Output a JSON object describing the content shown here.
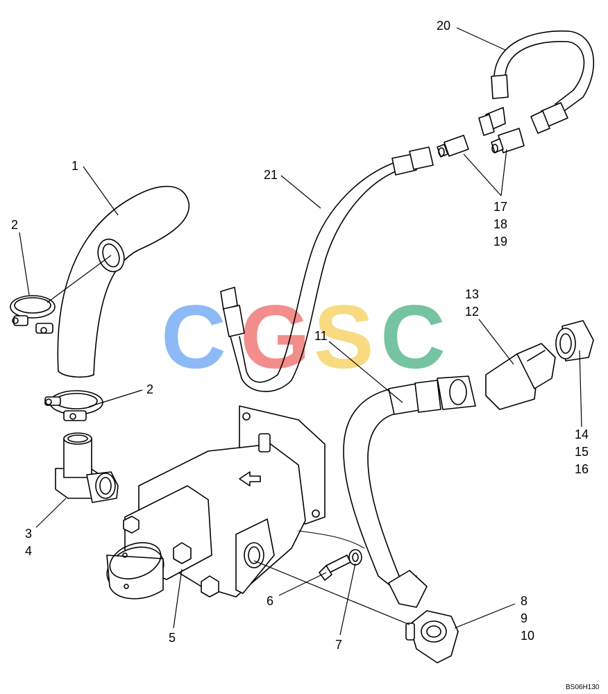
{
  "callouts": {
    "c1": "1",
    "c2a": "2",
    "c2b": "2",
    "c3": "3",
    "c4": "4",
    "c5": "5",
    "c6": "6",
    "c7": "7",
    "c8": "8",
    "c9": "9",
    "c10": "10",
    "c11": "11",
    "c12": "12",
    "c13": "13",
    "c14": "14",
    "c15": "15",
    "c16": "16",
    "c17": "17",
    "c18": "18",
    "c19": "19",
    "c20": "20",
    "c21": "21"
  },
  "watermark": {
    "letters": [
      "C",
      "G",
      "S",
      "C"
    ],
    "colors": [
      "#7aaef5",
      "#f27a78",
      "#f7d56a",
      "#5fb991"
    ]
  },
  "drawing_code": "BS06H130"
}
